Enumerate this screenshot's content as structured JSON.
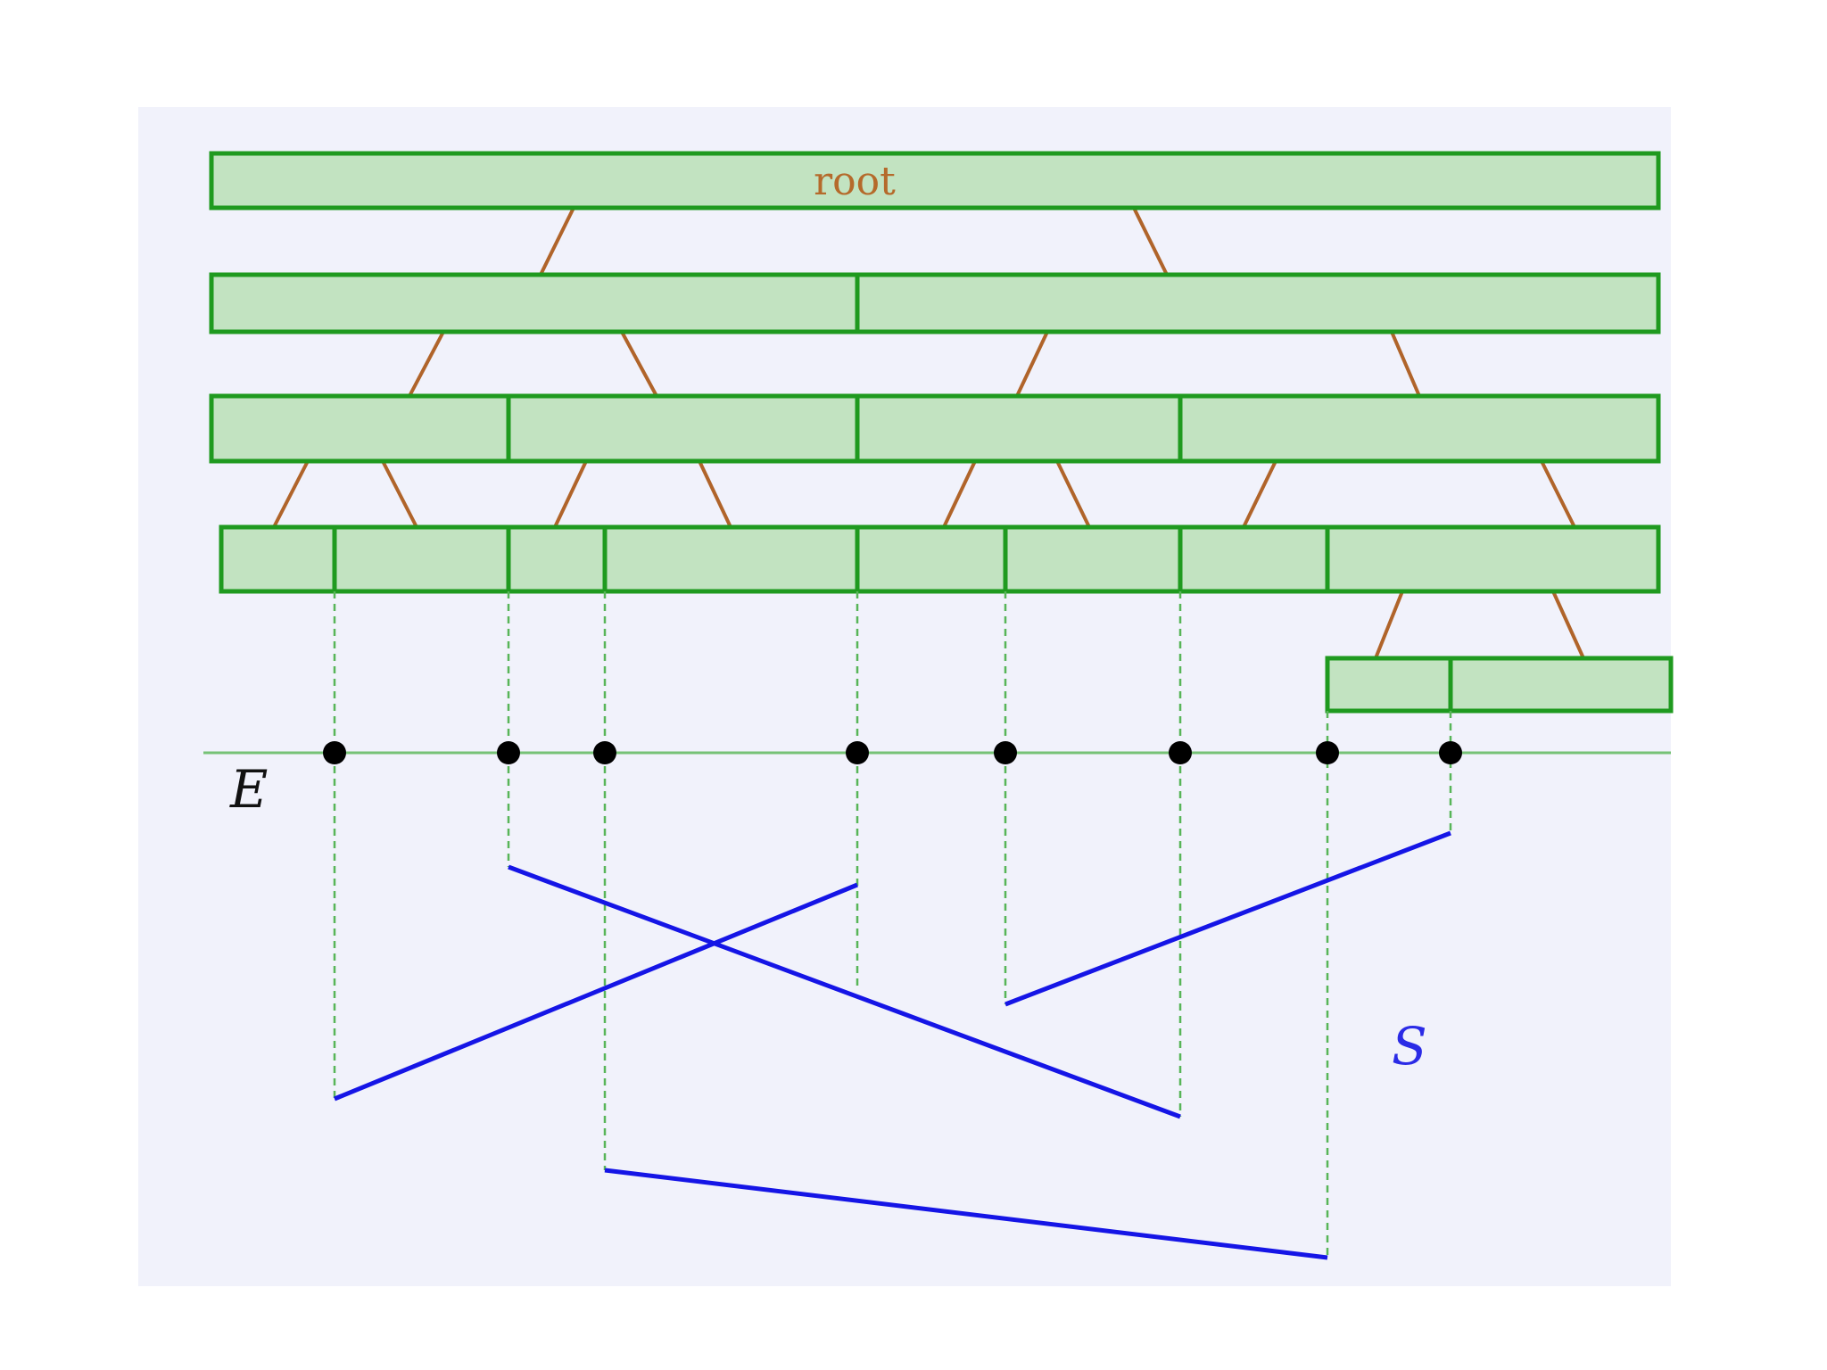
{
  "labels": {
    "root": "root",
    "E": "E",
    "S": "S"
  },
  "colors": {
    "node_fill": "#c2e3c1",
    "node_stroke": "#1f9a1f",
    "tree_edge": "#b0642a",
    "segment": "#1515e6",
    "point": "#000000",
    "background_panel": "#f1f2fb"
  }
}
